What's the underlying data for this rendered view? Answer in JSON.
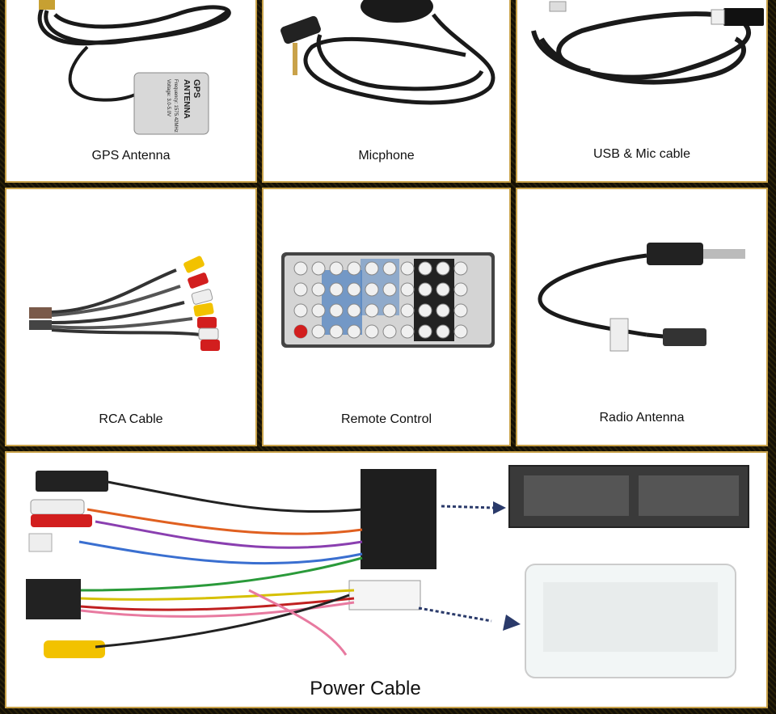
{
  "products": [
    {
      "caption": "GPS Antenna",
      "label_lines": [
        "GPS",
        "ANTENNA",
        "Frequency: 1575.42MHz",
        "Voltage: 3.0-5.0V"
      ]
    },
    {
      "caption": "Micphone"
    },
    {
      "caption": "USB & Mic cable"
    },
    {
      "caption": "RCA Cable"
    },
    {
      "caption": "Remote Control"
    },
    {
      "caption": "Radio Antenna"
    },
    {
      "caption": "Power Cable"
    }
  ],
  "colors": {
    "frame_border": "#c9a24a",
    "cable": "#1a1a1a",
    "rca_yellow": "#f2c200",
    "rca_red": "#d21e1e",
    "rca_white": "#eeeeee",
    "remote_blue": "#4a7fc1"
  }
}
